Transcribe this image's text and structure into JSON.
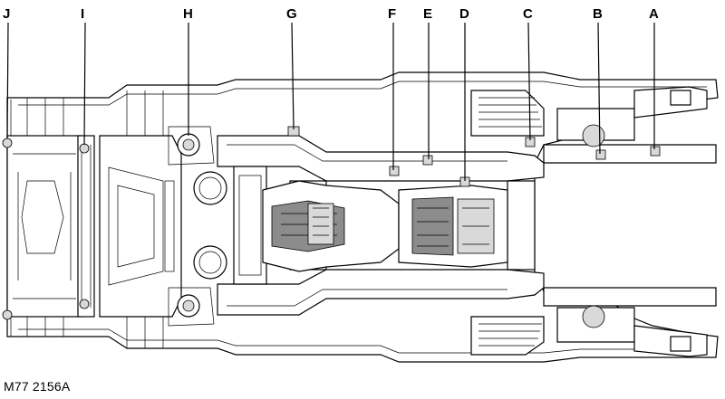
{
  "figure_id": "M77 2156A",
  "callouts": [
    "A",
    "B",
    "C",
    "D",
    "E",
    "F",
    "G",
    "H",
    "I",
    "J"
  ]
}
